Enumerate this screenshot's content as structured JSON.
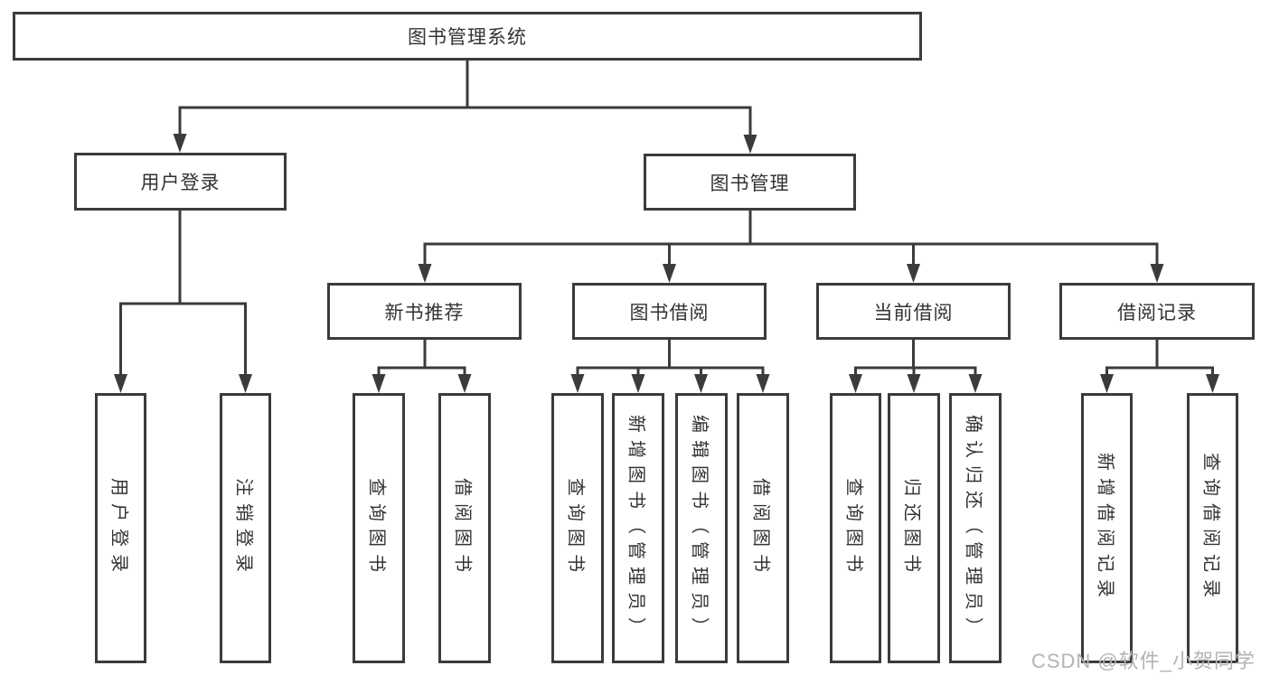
{
  "diagram": {
    "title": "图书管理系统",
    "root": {
      "label": "图书管理系统"
    },
    "level1": [
      {
        "label": "用户登录"
      },
      {
        "label": "图书管理"
      }
    ],
    "level2": [
      {
        "label": "新书推荐"
      },
      {
        "label": "图书借阅"
      },
      {
        "label": "当前借阅"
      },
      {
        "label": "借阅记录"
      }
    ],
    "leaves": [
      {
        "label": "用户登录"
      },
      {
        "label": "注销登录"
      },
      {
        "label": "查询图书"
      },
      {
        "label": "借阅图书"
      },
      {
        "label": "查询图书"
      },
      {
        "label": "新增图书（管理员）"
      },
      {
        "label": "编辑图书（管理员）"
      },
      {
        "label": "借阅图书"
      },
      {
        "label": "查询图书"
      },
      {
        "label": "归还图书"
      },
      {
        "label": "确认归还（管理员）"
      },
      {
        "label": "新增借阅记录"
      },
      {
        "label": "查询借阅记录"
      }
    ],
    "colors": {
      "line": "#3b3b3b",
      "text": "#333333",
      "watermark": "#b3b3b3",
      "background": "#ffffff"
    }
  },
  "watermark": {
    "text": "CSDN @软件_小贺同学"
  }
}
